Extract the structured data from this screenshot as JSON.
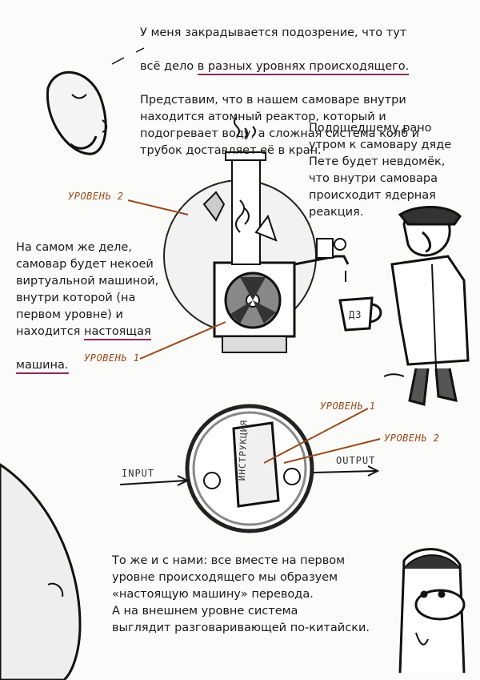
{
  "paragraph1": {
    "line1": "У меня закрадывается подозрение, что тут",
    "line2_a": "всё дело ",
    "line2_b": "в разных уровнях происходящего.",
    "rest": "Представим, что в нашем самоваре внутри\nнаходится атомный реактор, который и\nподогревает воду, а сложная система колб и\nтрубок доставляет её в кран."
  },
  "paragraph2": "Подошедшему рано\nутром к самовару дяде\nПете будет невдомёк,\nчто внутри самовара\nпроисходит ядерная\nреакция.",
  "paragraph3": {
    "text": "На самом же деле,\nсамовар будет некоей\nвиртуальной машиной,\nвнутри которой (на\nпервом уровне) и\nнаходится ",
    "emph1": "настоящая",
    "emph2": "машина."
  },
  "paragraph4": "То же и с нами: все вместе на первом\nуровне происходящего мы образуем\n«настоящую машину» перевода.\nА на внешнем уровне система\nвыглядит разговаривающей по-китайски.",
  "labels": {
    "level2_top": "УРОВЕНЬ 2",
    "level1_mid": "УРОВЕНЬ 1",
    "level1_right": "УРОВЕНЬ 1",
    "level2_right": "УРОВЕНЬ 2",
    "input": "INPUT",
    "output": "OUTPUT",
    "instruction": "ИНСТРУКЦИЯ",
    "mug": "ДЗ"
  },
  "colors": {
    "accent": "#9a4a1c",
    "underline": "#8a2a5a",
    "ink": "#1a1a1a"
  }
}
